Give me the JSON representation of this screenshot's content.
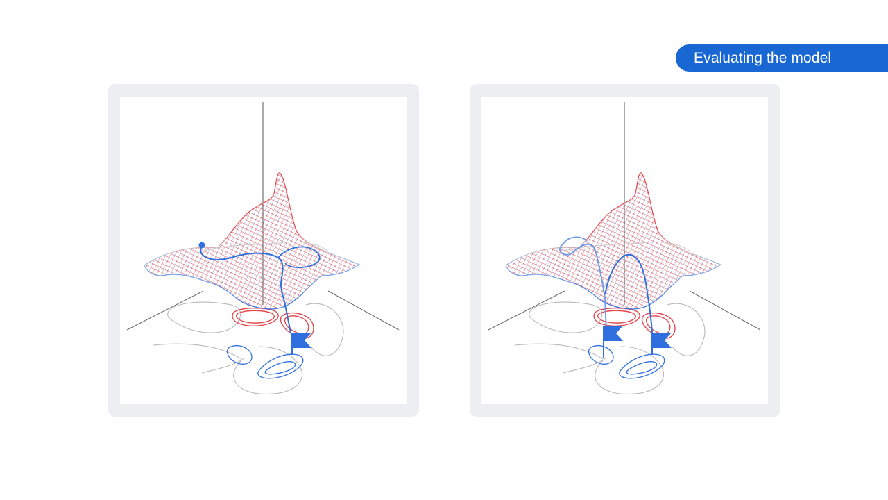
{
  "header": {
    "title": "Evaluating the model"
  },
  "colors": {
    "accent": "#1967d2",
    "surface_high": "#e2474f",
    "surface_low": "#2f6fe0",
    "surface_neutral": "#b5b7bb",
    "panel_frame": "#eceef1"
  },
  "panels": [
    {
      "name": "loss-surface-single-path",
      "flags": 1,
      "start_marker": "blue dot on ridge"
    },
    {
      "name": "loss-surface-two-paths",
      "flags": 2,
      "start_marker": "blue arc splitting into two descents"
    }
  ]
}
